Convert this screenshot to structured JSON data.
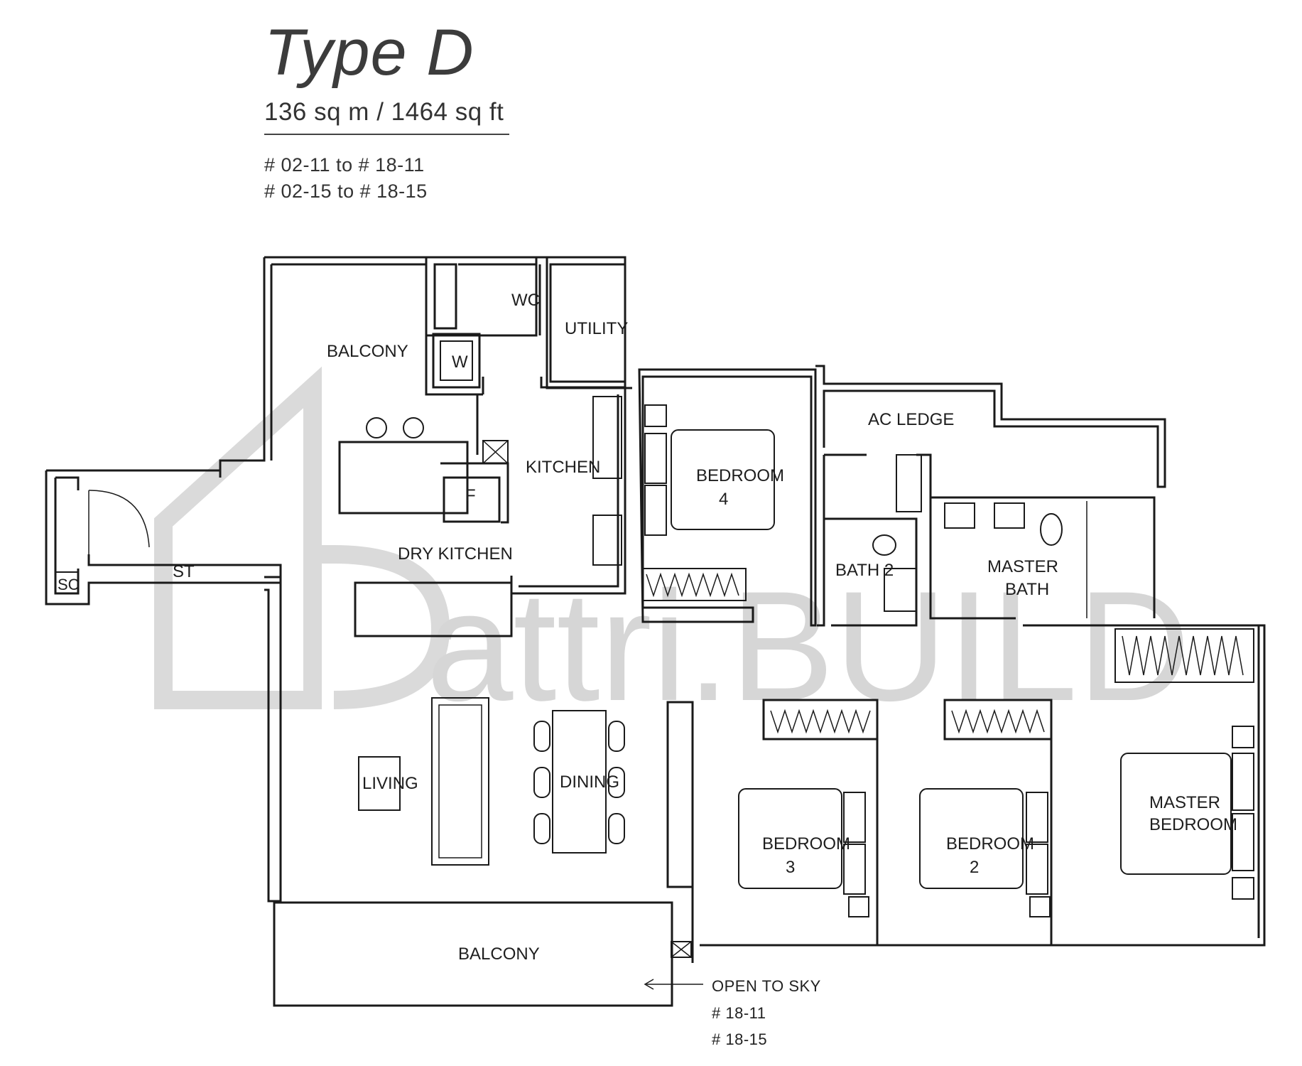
{
  "header": {
    "title": "Type D",
    "area": "136 sq m / 1464 sq ft",
    "units": [
      "# 02-11 to # 18-11",
      "# 02-15 to # 18-15"
    ]
  },
  "rooms": {
    "balcony_top": "BALCONY",
    "wc": "WC",
    "utility": "UTILITY",
    "washer": "W",
    "fridge": "F",
    "kitchen": "KITCHEN",
    "dry_kitchen": "DRY KITCHEN",
    "st": "ST",
    "sc": "SC",
    "bedroom4": [
      "BEDROOM",
      "4"
    ],
    "ac_ledge": "AC  LEDGE",
    "bath2": "BATH  2",
    "master_bath": [
      "MASTER",
      "BATH"
    ],
    "living": "LIVING",
    "dining": "DINING",
    "bedroom3": [
      "BEDROOM",
      "3"
    ],
    "bedroom2": [
      "BEDROOM",
      "2"
    ],
    "master_bedroom": [
      "MASTER",
      "BEDROOM"
    ],
    "balcony_bottom": "BALCONY"
  },
  "notes": {
    "open_to_sky": "OPEN TO SKY",
    "open_units": [
      "# 18-11",
      "# 18-15"
    ]
  },
  "watermark": "attri.BUILD"
}
